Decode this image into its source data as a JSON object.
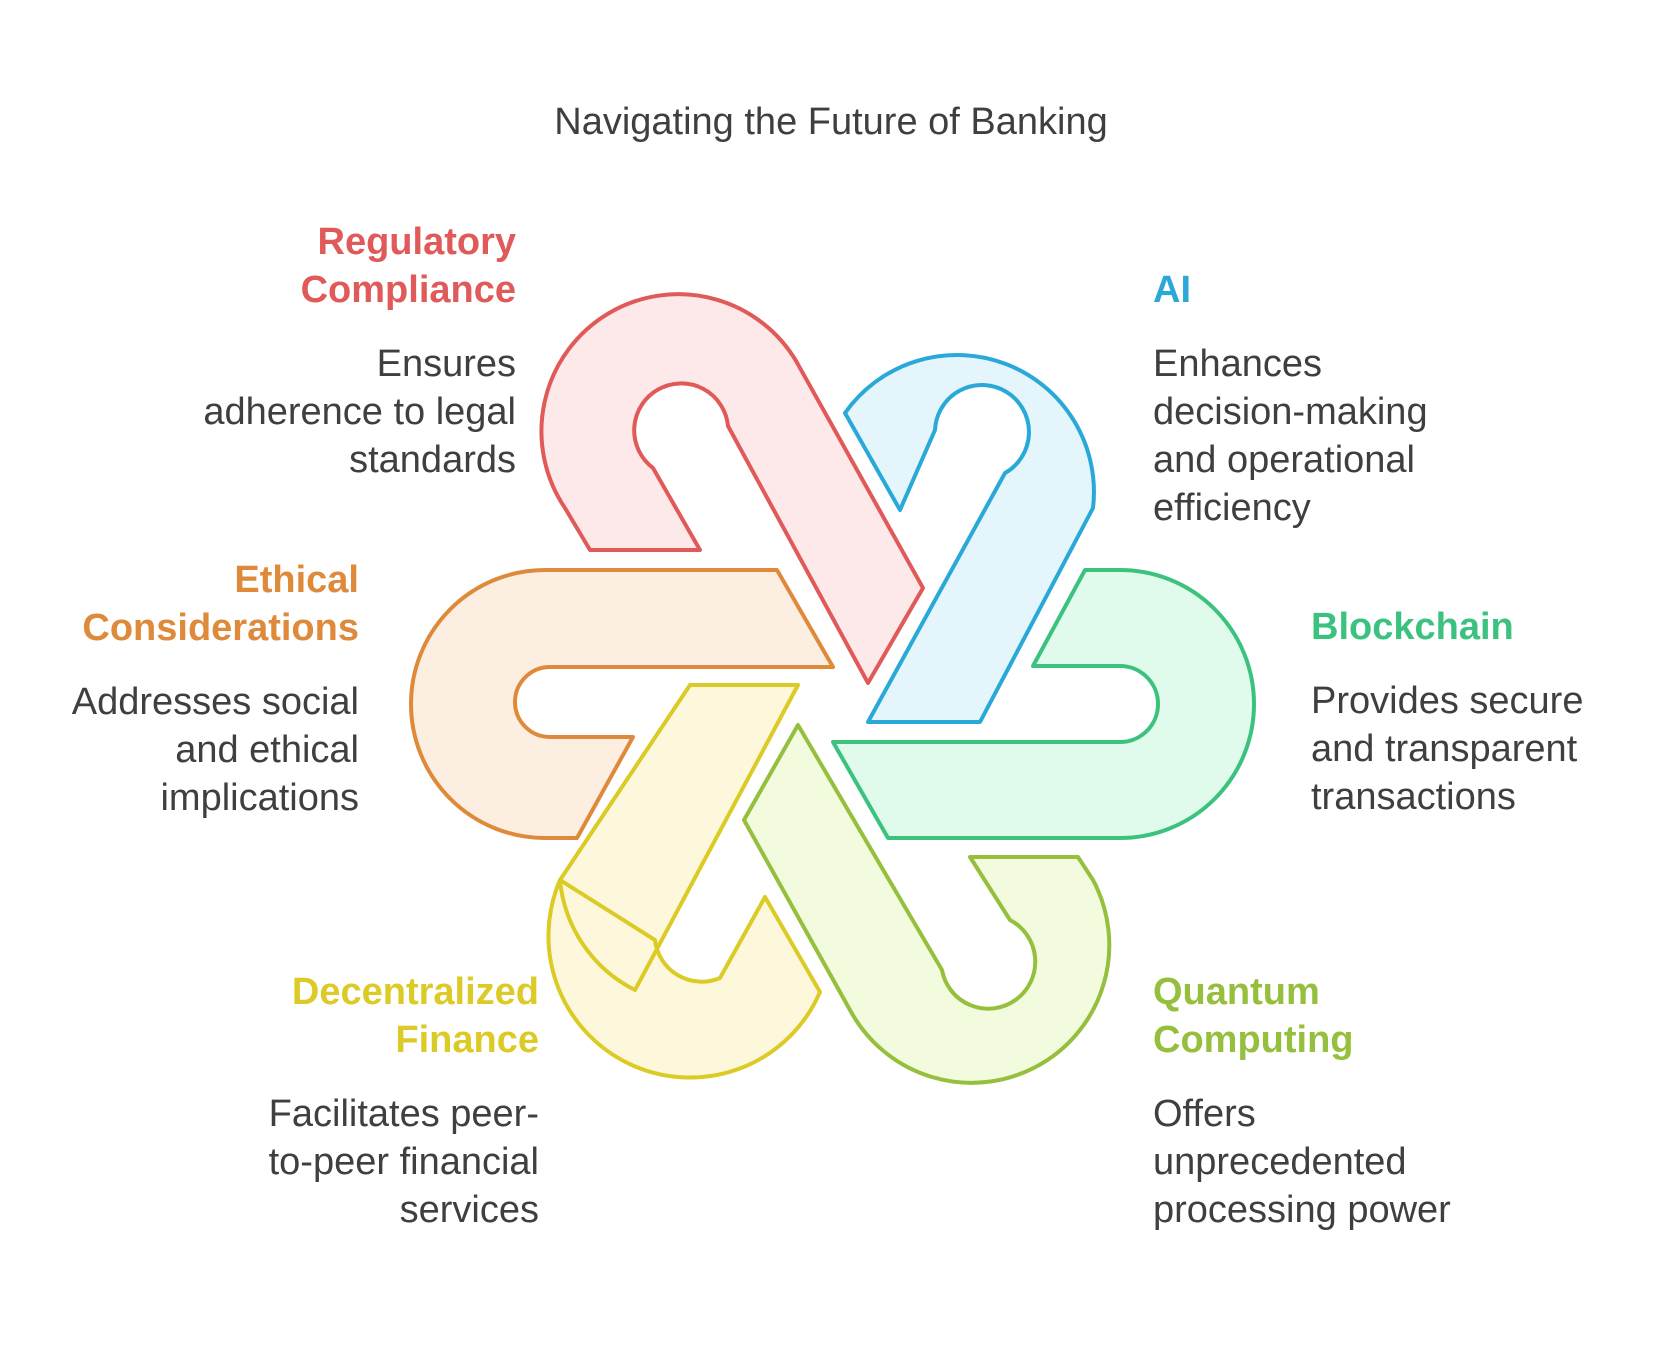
{
  "title": "Navigating the Future of Banking",
  "items": {
    "regulatory": {
      "heading": "Regulatory\nCompliance",
      "description": "Ensures\nadherence to legal\nstandards",
      "color": "#e05a5a",
      "fill": "#fde9e9"
    },
    "ai": {
      "heading": "AI",
      "description": "Enhances\ndecision-making\nand operational\nefficiency",
      "color": "#2aa9d8",
      "fill": "#e4f6fc"
    },
    "ethical": {
      "heading": "Ethical\nConsiderations",
      "description": "Addresses social\nand ethical\nimplications",
      "color": "#df8a3a",
      "fill": "#fdeee2"
    },
    "blockchain": {
      "heading": "Blockchain",
      "description": "Provides secure\nand transparent\ntransactions",
      "color": "#3cc27f",
      "fill": "#e0fbec"
    },
    "defi": {
      "heading": "Decentralized\nFinance",
      "description": "Facilitates peer-\nto-peer financial\nservices",
      "color": "#dccb26",
      "fill": "#fdf8dc"
    },
    "quantum": {
      "heading": "Quantum\nComputing",
      "description": "Offers\nunprecedented\nprocessing power",
      "color": "#95bf3c",
      "fill": "#f2fbdd"
    }
  }
}
